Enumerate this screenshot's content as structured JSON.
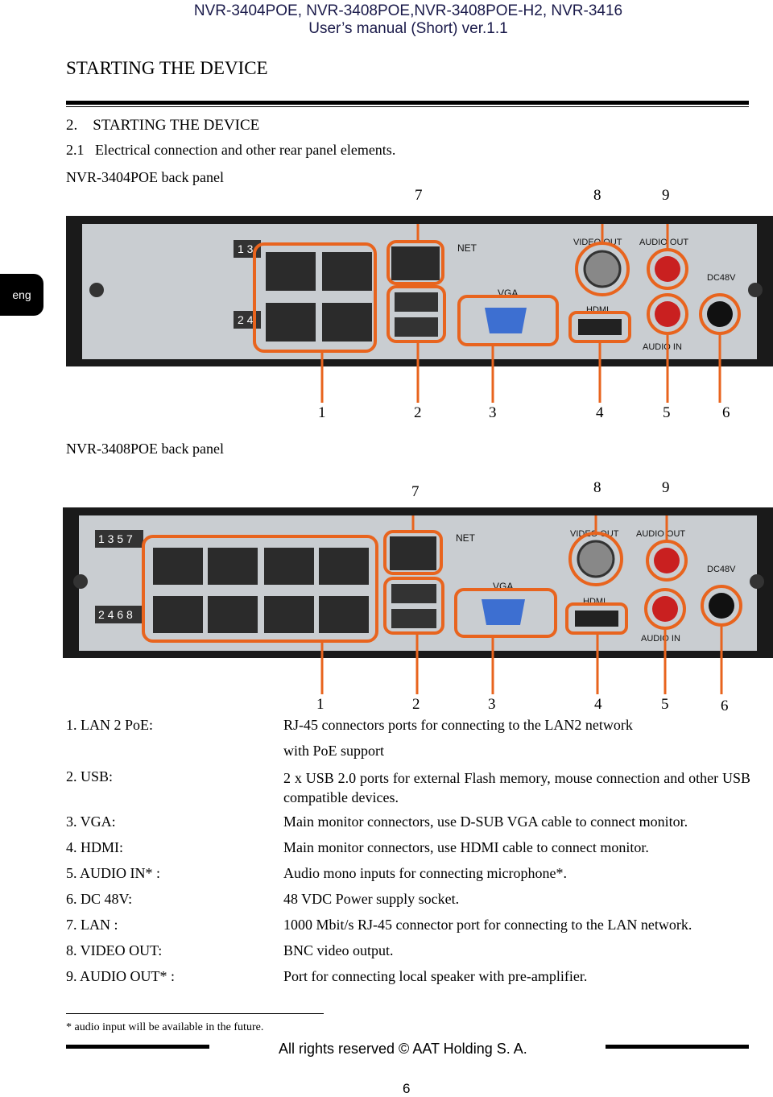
{
  "header": {
    "models": "NVR-3404POE, NVR-3408POE,NVR-3408POE-H2, NVR-3416",
    "manual": "User’s manual (Short) ver.1.1"
  },
  "page_title": "STARTING THE DEVICE",
  "side_tab": "eng",
  "section": {
    "heading": "2.    STARTING THE DEVICE",
    "subheading": "2.1   Electrical connection and other rear panel elements."
  },
  "panel_a": {
    "caption": "NVR-3404POE back panel",
    "top_numbers": [
      "7",
      "8",
      "9"
    ],
    "bottom_numbers": [
      "1",
      "2",
      "3",
      "4",
      "5",
      "6"
    ],
    "port_labels": {
      "group_top": "1 3",
      "group_bottom": "2 4",
      "net": "NET",
      "vga": "VGA",
      "video_out": "VIDEO OUT",
      "audio_out": "AUDIO OUT",
      "hdmi": "HDMI",
      "audio_in": "AUDIO IN",
      "dc": "DC48V"
    }
  },
  "panel_b": {
    "caption": "NVR-3408POE back panel",
    "top_numbers": [
      "7",
      "8",
      "9"
    ],
    "bottom_numbers": [
      "1",
      "2",
      "3",
      "4",
      "5",
      "6"
    ],
    "port_labels": {
      "group_top": "1 3 5 7",
      "group_bottom": "2 4 6 8",
      "net": "NET",
      "vga": "VGA",
      "video_out": "VIDEO OUT",
      "audio_out": "AUDIO OUT",
      "hdmi": "HDMI",
      "audio_in": "AUDIO IN",
      "dc": "DC48V"
    }
  },
  "specs": [
    {
      "label": "1. LAN 2 PoE:",
      "desc": "RJ-45 connectors ports for connecting to the LAN2 network"
    },
    {
      "label": "",
      "desc": "with PoE support"
    },
    {
      "label": "2. USB:",
      "desc": "2 x USB 2.0 ports for external Flash memory, mouse connection and other USB compatible devices."
    },
    {
      "label": "3. VGA:",
      "desc": "Main monitor connectors, use D-SUB VGA cable to connect monitor."
    },
    {
      "label": "4. HDMI:",
      "desc": "Main monitor connectors, use HDMI cable to connect monitor."
    },
    {
      "label": "5. AUDIO IN* :",
      "desc": "Audio mono inputs for connecting microphone*."
    },
    {
      "label": "6. DC 48V:",
      "desc": "48 VDC Power supply socket."
    },
    {
      "label": "7. LAN :",
      "desc": "1000 Mbit/s RJ-45 connector port for connecting to the LAN network."
    },
    {
      "label": "8. VIDEO OUT:",
      "desc": "BNC video output."
    },
    {
      "label": "9. AUDIO OUT* :",
      "desc": "Port for connecting local speaker with pre-amplifier."
    }
  ],
  "footnote": "* audio input will be available in the future.",
  "footer": {
    "copyright": "All rights reserved © AAT Holding S. A.",
    "page_number": "6"
  },
  "colors": {
    "highlight": "#e8641e",
    "panel": "#c8ccd0",
    "header_text": "#1a1a4a"
  }
}
